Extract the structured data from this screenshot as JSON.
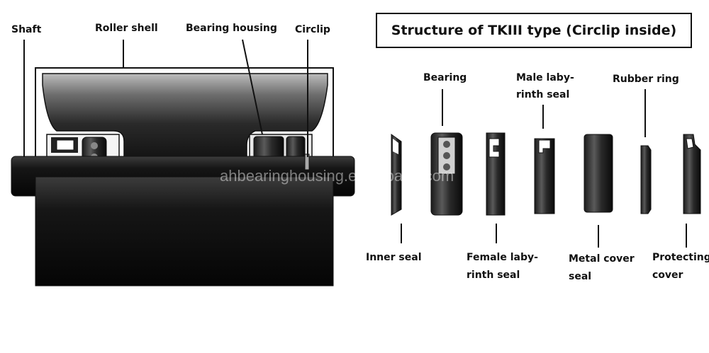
{
  "left_labels": {
    "shaft": "Shaft",
    "roller_shell": "Roller shell",
    "bearing_housing": "Bearing housing",
    "circlip": "Circlip"
  },
  "title": "Structure of TKIII type (Circlip inside)",
  "components": {
    "bearing": "Bearing",
    "male_seal_line1": "Male laby-",
    "male_seal_line2": "rinth seal",
    "rubber_ring": "Rubber ring",
    "inner_seal": "Inner seal",
    "female_seal_line1": "Female laby-",
    "female_seal_line2": "rinth seal",
    "metal_cover_line1": "Metal cover",
    "metal_cover_line2": "seal",
    "protecting_line1": "Protecting",
    "protecting_line2": "cover"
  },
  "watermark": "ahbearinghousing.en.alibaba.com",
  "colors": {
    "ink": "#111111",
    "part_dark": "#0a0a0a",
    "part_mid": "#3a3a3a",
    "part_light": "#9a9a9a"
  }
}
